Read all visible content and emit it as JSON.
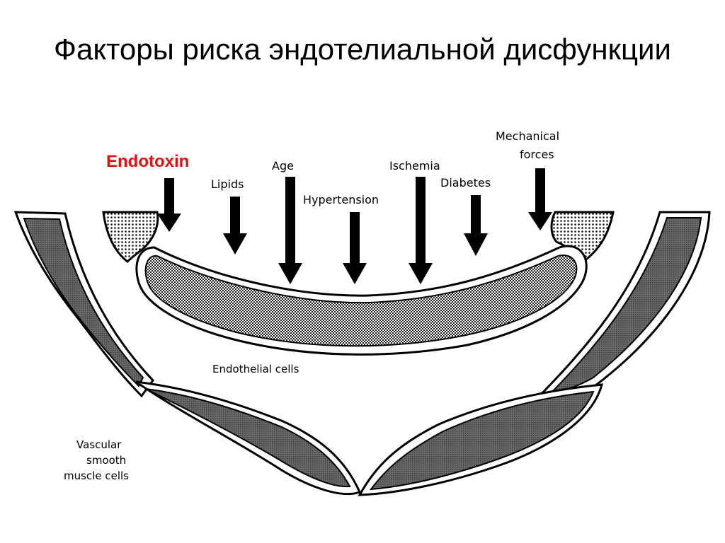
{
  "title": "Факторы риска эндотелиальной дисфункции",
  "factors": {
    "endotoxin": "Endotoxin",
    "lipids": "Lipids",
    "age": "Age",
    "hypertension": "Hypertension",
    "ischemia": "Ischemia",
    "diabetes": "Diabetes",
    "mechanical_line1": "Mechanical",
    "mechanical_line2": "forces"
  },
  "labels": {
    "endothelial_cells": "Endothelial cells",
    "vsmc_line1": "Vascular",
    "vsmc_line2": "smooth",
    "vsmc_line3": "muscle cells"
  },
  "colors": {
    "endotoxin": "#e31010",
    "outline": "#000000"
  }
}
